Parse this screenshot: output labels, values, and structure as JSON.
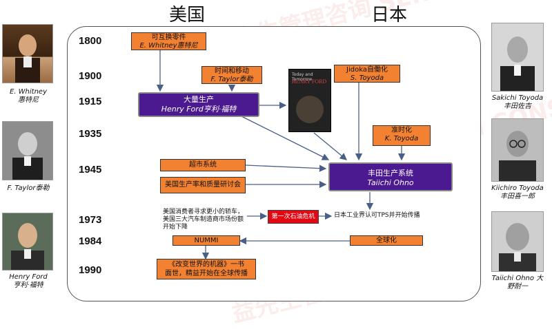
{
  "regions": {
    "usa": "美国",
    "japan": "日本"
  },
  "years": [
    "1800",
    "1900",
    "1915",
    "1935",
    "1945",
    "1973",
    "1984",
    "1990"
  ],
  "boxes": {
    "whitney": {
      "line1": "可互换零件",
      "line2": "E. Whitney惠特尼"
    },
    "taylor": {
      "line1": "时间和移动",
      "line2": "F. Taylor泰勒"
    },
    "mass_production": {
      "line1": "大量生产",
      "line2": "Henry Ford亨利·福特"
    },
    "jidoka": {
      "line1": "Jidoka自働化",
      "line2": "S. Toyoda"
    },
    "jit": {
      "line1": "准时化",
      "line2": "K. Toyoda"
    },
    "supermarket": {
      "line1": "超市系统"
    },
    "seminar": {
      "line1": "美国生产率和质量研讨会"
    },
    "tps": {
      "line1": "丰田生产系统",
      "line2": "Taiichi Ohno"
    },
    "oil_crisis": {
      "line1": "第一次石油危机"
    },
    "nummi": {
      "line1": "NUMMI"
    },
    "globalization": {
      "line1": "全球化"
    },
    "book_spread": {
      "line1": "《改变世界的机器》一书",
      "line2": "面世，精益开始在全球传播"
    }
  },
  "notes": {
    "us_consumers": "美国消费者寻求更小的轿车，美国三大汽车制造商市场份额开始下降",
    "japan_recognition": "日本工业界认可TPS并开始传播"
  },
  "book_cover": {
    "line1": "Today and Tomorrow",
    "line2": "HENRY FORD"
  },
  "people": {
    "whitney": {
      "en": "E. Whitney",
      "cn": "惠特尼"
    },
    "taylor": {
      "en": "F. Taylor泰勒",
      "cn": ""
    },
    "ford": {
      "en": "Henry Ford",
      "cn": "亨利·福特"
    },
    "sakichi": {
      "en": "Sakichi Toyoda",
      "cn": "丰田佐吉"
    },
    "kiichiro": {
      "en": "Kiichiro Toyoda",
      "cn": "丰田喜一郎"
    },
    "ohno": {
      "en": "Taiichi Ohno 大",
      "cn": "野耐一"
    }
  },
  "watermark": {
    "cn": "益先生管理咨询",
    "en": "SENSEI CONSULTING"
  },
  "colors": {
    "orange_box": "#f28232",
    "purple_box": "#4b1a91",
    "red_box": "#e30613",
    "arrow": "#4a5f86"
  }
}
